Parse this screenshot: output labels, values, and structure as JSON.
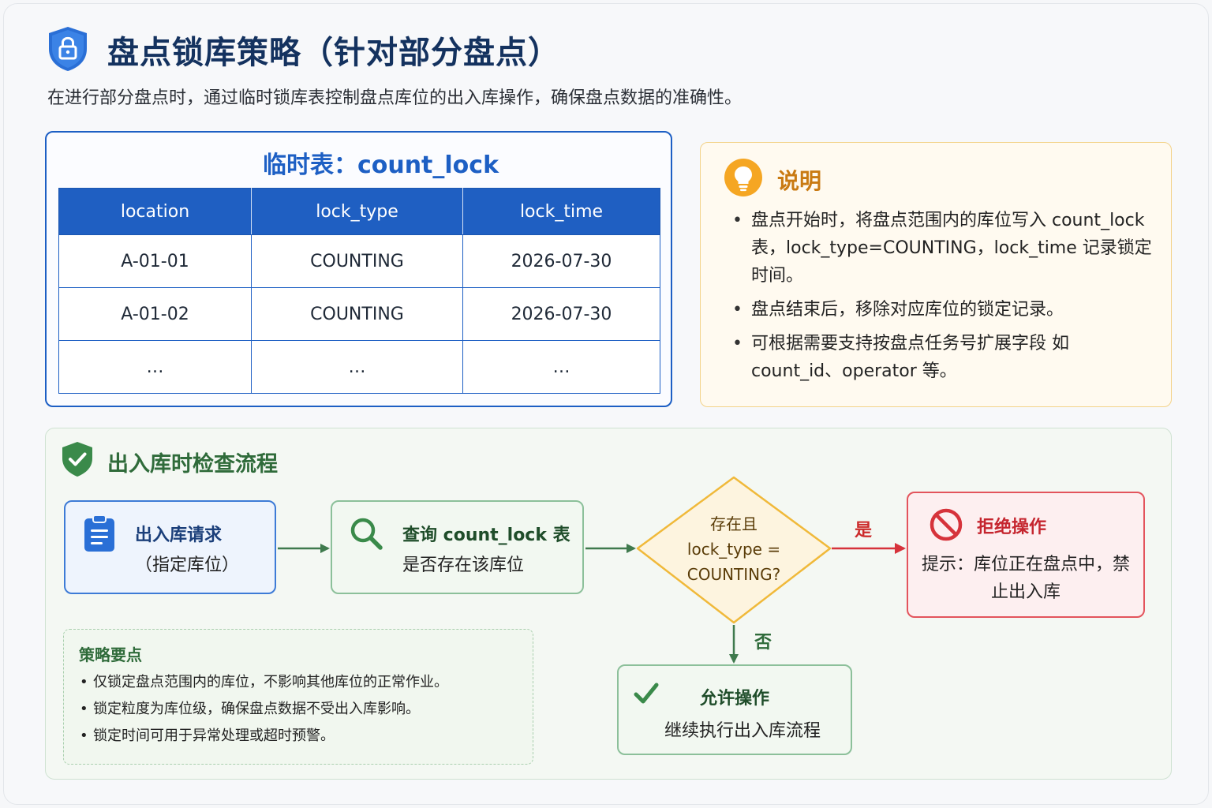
{
  "header": {
    "title": "盘点锁库策略（针对部分盘点）",
    "subtitle": "在进行部分盘点时，通过临时锁库表控制盘点库位的出入库操作，确保盘点数据的准确性。"
  },
  "table": {
    "title_prefix": "临时表：",
    "title_name": "count_lock",
    "columns": [
      "location",
      "lock_type",
      "lock_time"
    ],
    "rows": [
      [
        "A-01-01",
        "COUNTING",
        "2026-07-30"
      ],
      [
        "A-01-02",
        "COUNTING",
        "2026-07-30"
      ],
      [
        "…",
        "…",
        "…"
      ]
    ]
  },
  "note": {
    "title": "说明",
    "items": [
      "盘点开始时，将盘点范围内的库位写入 count_lock 表，lock_type=COUNTING，lock_time 记录锁定时间。",
      "盘点结束后，移除对应库位的锁定记录。",
      "可根据需要支持按盘点任务号扩展字段 如 count_id、operator 等。"
    ]
  },
  "flow": {
    "title": "出入库时检查流程",
    "request": {
      "title": "出入库请求",
      "sub": "（指定库位）"
    },
    "query": {
      "title": "查询 count_lock 表",
      "sub": "是否存在该库位"
    },
    "decision": {
      "line1": "存在且",
      "line2": "lock_type =",
      "line3": "COUNTING?"
    },
    "yes_label": "是",
    "no_label": "否",
    "reject": {
      "title": "拒绝操作",
      "sub": "提示：库位正在盘点中，禁止出入库"
    },
    "allow": {
      "title": "允许操作",
      "sub": "继续执行出入库流程"
    },
    "strategy": {
      "title": "策略要点",
      "items": [
        "仅锁定盘点范围内的库位，不影响其他库位的正常作业。",
        "锁定粒度为库位级，确保盘点数据不受出入库影响。",
        "锁定时间可用于异常处理或超时预警。"
      ]
    }
  },
  "colors": {
    "primary_blue": "#1d5fc4",
    "note_orange": "#c97a12",
    "flow_green": "#2f6b3a",
    "reject_red": "#c5262f",
    "decision_amber": "#f0b93a"
  },
  "icons": [
    "lock-shield-icon",
    "lightbulb-icon",
    "check-shield-icon",
    "clipboard-icon",
    "search-icon",
    "prohibited-icon",
    "checkmark-icon"
  ]
}
